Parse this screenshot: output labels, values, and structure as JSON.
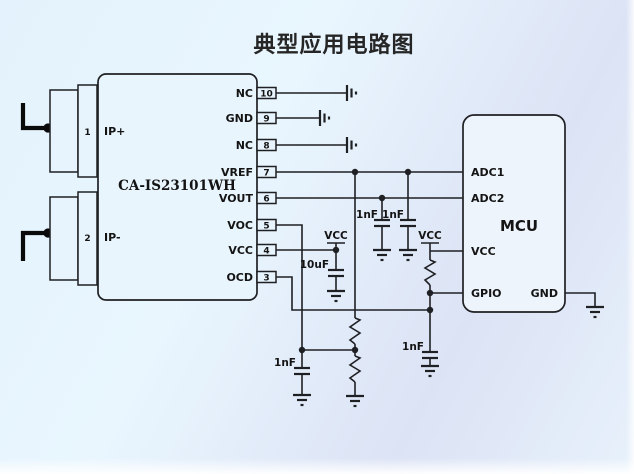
{
  "title": "典型应用电路图",
  "colors": {
    "line": "#1f2023",
    "background_top": "#e3f2fc",
    "background_lavender": "#dce3f5",
    "ic_fill": "#e9f5fd",
    "mcu_fill": "#eef4fb"
  },
  "main_ic": {
    "name": "CA-IS23101WH",
    "left_pins": [
      {
        "number": "1",
        "label": "IP+"
      },
      {
        "number": "2",
        "label": "IP-"
      }
    ],
    "right_pins": [
      {
        "number": "10",
        "label": "NC"
      },
      {
        "number": "9",
        "label": "GND"
      },
      {
        "number": "8",
        "label": "NC"
      },
      {
        "number": "7",
        "label": "VREF"
      },
      {
        "number": "6",
        "label": "VOUT"
      },
      {
        "number": "5",
        "label": "VOC"
      },
      {
        "number": "4",
        "label": "VCC"
      },
      {
        "number": "3",
        "label": "OCD"
      }
    ]
  },
  "mcu": {
    "name": "MCU",
    "left_pins": [
      "ADC1",
      "ADC2",
      "VCC",
      "GPIO"
    ],
    "right_pins": [
      "GND"
    ]
  },
  "capacitors": {
    "c_vout": "1nF",
    "c_vref": "1nF",
    "c_vcc": "10uF",
    "c_voc": "1nF",
    "c_ocd": "1nF"
  },
  "power": {
    "vcc_left": "VCC",
    "vcc_right": "VCC"
  }
}
